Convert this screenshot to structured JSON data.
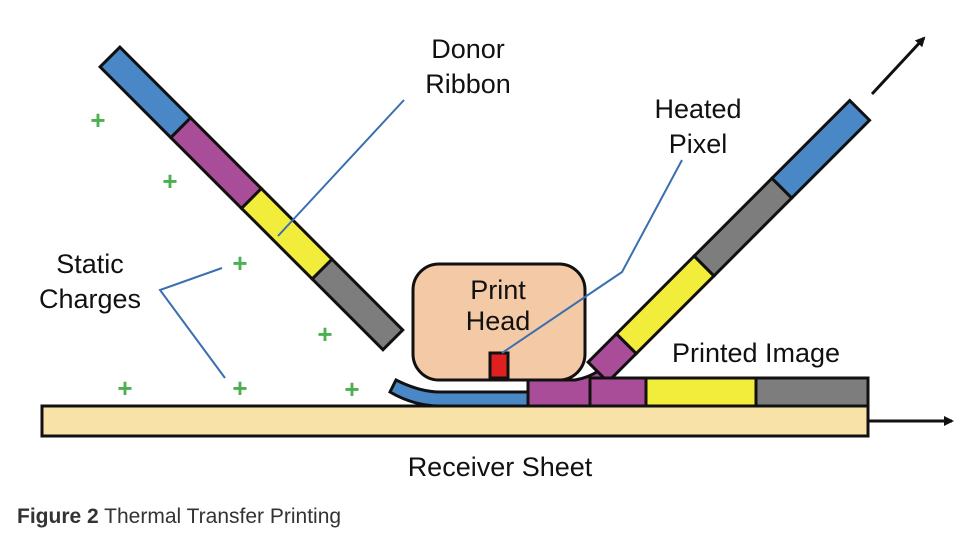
{
  "labels": {
    "donor_ribbon_line1": "Donor",
    "donor_ribbon_line2": "Ribbon",
    "heated_pixel_line1": "Heated",
    "heated_pixel_line2": "Pixel",
    "print_head_line1": "Print",
    "print_head_line2": "Head",
    "static_charges_line1": "Static",
    "static_charges_line2": "Charges",
    "printed_image": "Printed Image",
    "receiver_sheet": "Receiver Sheet",
    "plus_sign": "+"
  },
  "caption": {
    "figure_number": "Figure 2",
    "title": "Thermal Transfer Printing"
  },
  "colors": {
    "blue": "#4a87c7",
    "magenta": "#a94d98",
    "yellow": "#f2ec3b",
    "gray": "#7d7d7d",
    "receiver": "#f8e2a8",
    "print_head": "#f3c9a6",
    "heated_pixel": "#e02020",
    "plus": "#4caf50",
    "leader_line": "#3a6fb0"
  }
}
